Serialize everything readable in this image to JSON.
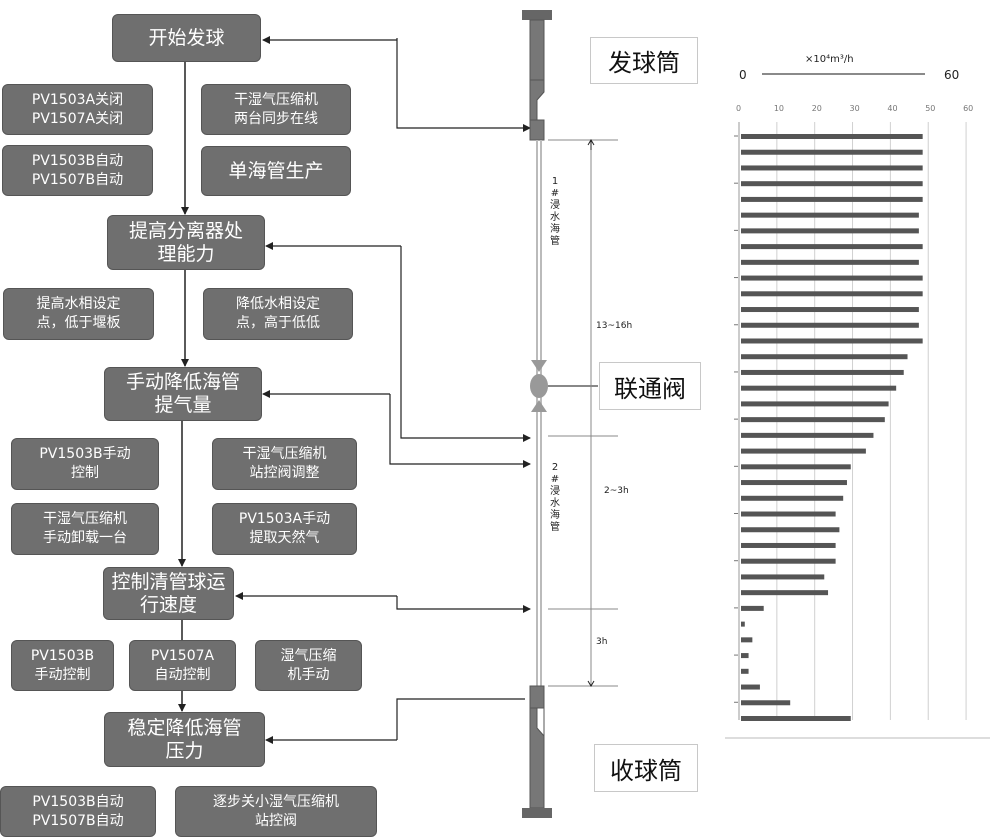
{
  "steps": {
    "start": "开始发球",
    "separator": "提高分离器处\n理能力",
    "manual_lift": "手动降低海管\n提气量",
    "control_speed": "控制清管球运\n行速度",
    "stabilize": "稳定降低海管\n压力"
  },
  "notes": {
    "n1": "PV1503A关闭\nPV1507A关闭",
    "n2": "干湿气压缩机\n两台同步在线",
    "n3": "PV1503B自动\nPV1507B自动",
    "n4": "单海管生产",
    "n5": "提高水相设定\n点，低于堰板",
    "n6": "降低水相设定\n点，高于低低",
    "n7": "PV1503B手动\n控制",
    "n8": "干湿气压缩机\n站控阀调整",
    "n9": "干湿气压缩机\n手动卸载一台",
    "n10": "PV1503A手动\n提取天然气",
    "n11": "PV1503B\n手动控制",
    "n12": "PV1507A\n自动控制",
    "n13": "湿气压缩\n机手动",
    "n14": "PV1503B自动\nPV1507B自动",
    "n15": "逐步关小湿气压缩机\n站控阀"
  },
  "pipeline": {
    "launcher": "发球筒",
    "valve": "联通阀",
    "receiver": "收球筒",
    "pipe1": "1\n#\n浸\n水\n海\n管",
    "pipe2": "2\n#\n浸\n水\n海\n管",
    "time1": "13~16h",
    "time2": "2~3h",
    "time3": "3h"
  },
  "chart_data": {
    "type": "bar",
    "orientation": "horizontal",
    "top_axis": {
      "start": "0",
      "end": "60",
      "unit": "×10⁴m³/h"
    },
    "xlim": [
      0,
      65
    ],
    "x_ticks": [
      "0",
      "10",
      "20",
      "30",
      "40",
      "50",
      "60"
    ],
    "values": [
      48,
      48,
      48,
      48,
      48,
      47,
      47,
      48,
      47,
      48,
      48,
      47,
      47,
      48,
      44,
      43,
      41,
      39,
      38,
      35,
      33,
      29,
      28,
      27,
      25,
      26,
      25,
      25,
      22,
      23,
      6,
      1,
      3,
      2,
      2,
      5,
      13,
      29
    ],
    "bar_color": "#555555"
  }
}
